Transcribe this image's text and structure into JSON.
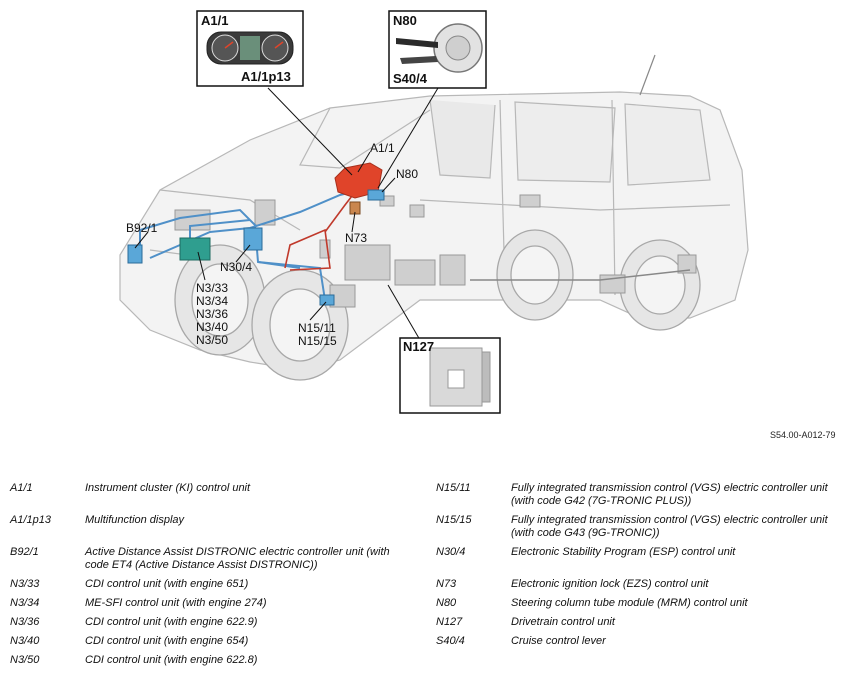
{
  "figure_id": "S54.00-A012-79",
  "callouts": {
    "box_a11": {
      "top": "A1/1",
      "bottom": "A1/1p13"
    },
    "box_n80": {
      "top": "N80",
      "bottom": "S40/4"
    },
    "box_n127": {
      "top": "N127"
    },
    "a11": "A1/1",
    "n80": "N80",
    "n73": "N73",
    "b921": "B92/1",
    "n304": "N30/4",
    "n3_stack": [
      "N3/33",
      "N3/34",
      "N3/36",
      "N3/40",
      "N3/50"
    ],
    "n15_stack": [
      "N15/11",
      "N15/15"
    ]
  },
  "legend_left": [
    {
      "code": "A1/1",
      "desc": "Instrument cluster (KI) control unit"
    },
    {
      "code": "A1/1p13",
      "desc": "Multifunction display"
    },
    {
      "code": "B92/1",
      "desc": "Active Distance Assist DISTRONIC electric controller unit (with code ET4 (Active Distance Assist DISTRONIC))"
    },
    {
      "code": "N3/33",
      "desc": "CDI control unit (with engine 651)"
    },
    {
      "code": "N3/34",
      "desc": "ME-SFI control unit (with engine 274)"
    },
    {
      "code": "N3/36",
      "desc": "CDI control unit (with engine 622.9)"
    },
    {
      "code": "N3/40",
      "desc": "CDI control unit (with engine 654)"
    },
    {
      "code": "N3/50",
      "desc": "CDI control unit (with engine 622.8)"
    }
  ],
  "legend_right": [
    {
      "code": "N15/11",
      "desc": "Fully integrated transmission control (VGS) electric controller unit (with code G42 (7G-TRONIC PLUS))"
    },
    {
      "code": "N15/15",
      "desc": "Fully integrated transmission control (VGS) electric controller unit (with code G43 (9G-TRONIC))"
    },
    {
      "code": "N30/4",
      "desc": "Electronic Stability Program (ESP) control unit"
    },
    {
      "code": "N73",
      "desc": "Electronic ignition lock (EZS) control unit"
    },
    {
      "code": "N80",
      "desc": "Steering column tube module (MRM) control unit"
    },
    {
      "code": "N127",
      "desc": "Drivetrain control unit"
    },
    {
      "code": "S40/4",
      "desc": "Cruise control lever"
    }
  ],
  "colors": {
    "can_line_blue": "#4f90c8",
    "can_line_red": "#c0392b",
    "instrument_cluster": "#e0442a",
    "control_unit_teal": "#2f9e8f",
    "control_unit_blue": "#5aa7d8"
  }
}
